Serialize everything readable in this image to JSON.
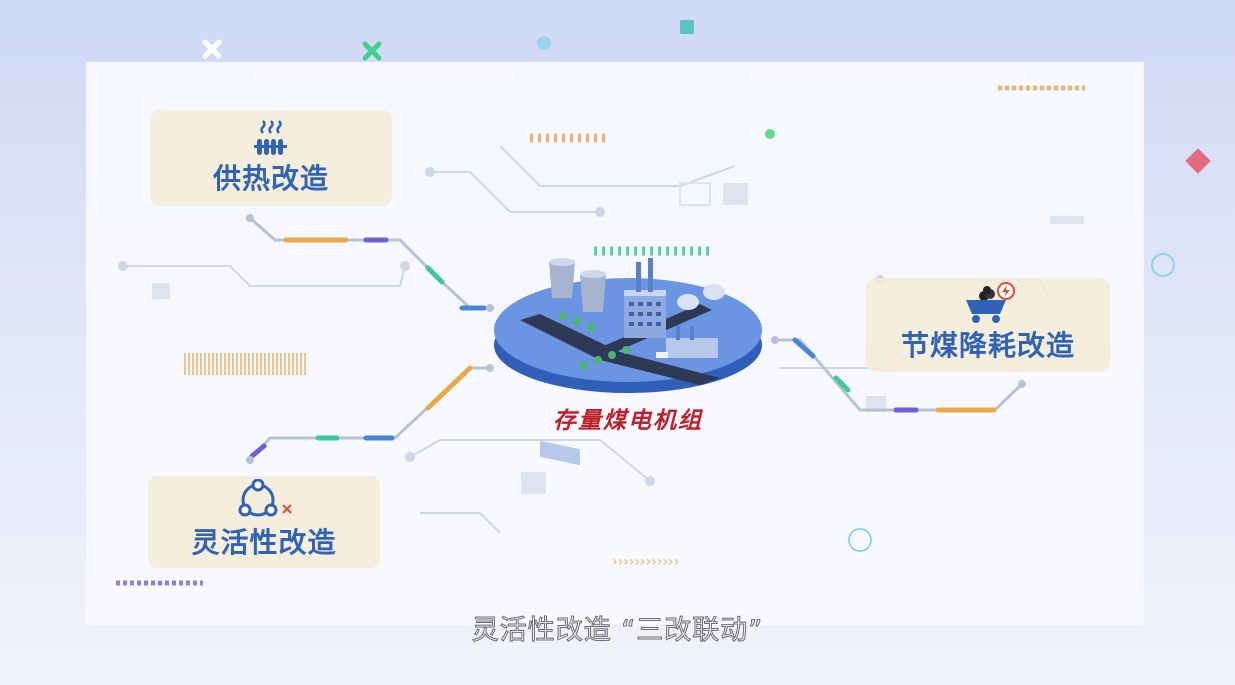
{
  "cards": {
    "heating": "供热改造",
    "coal_saving": "节煤降耗改造",
    "flexibility": "灵活性改造"
  },
  "center_label": "存量煤电机组",
  "subtitle": "灵活性改造 “三改联动”",
  "icons": [
    "heating-radiator-icon",
    "coal-cart-icon",
    "lightning-badge-icon",
    "network-nodes-icon",
    "wrench-icon",
    "power-plant-illustration"
  ],
  "colors": {
    "card_text": "#2f63b8",
    "center_label": "#c01f2a",
    "connector_orange": "#e8a94a",
    "connector_blue": "#4a86d8",
    "connector_purple": "#6d5fd6",
    "connector_green": "#3ec99a"
  }
}
